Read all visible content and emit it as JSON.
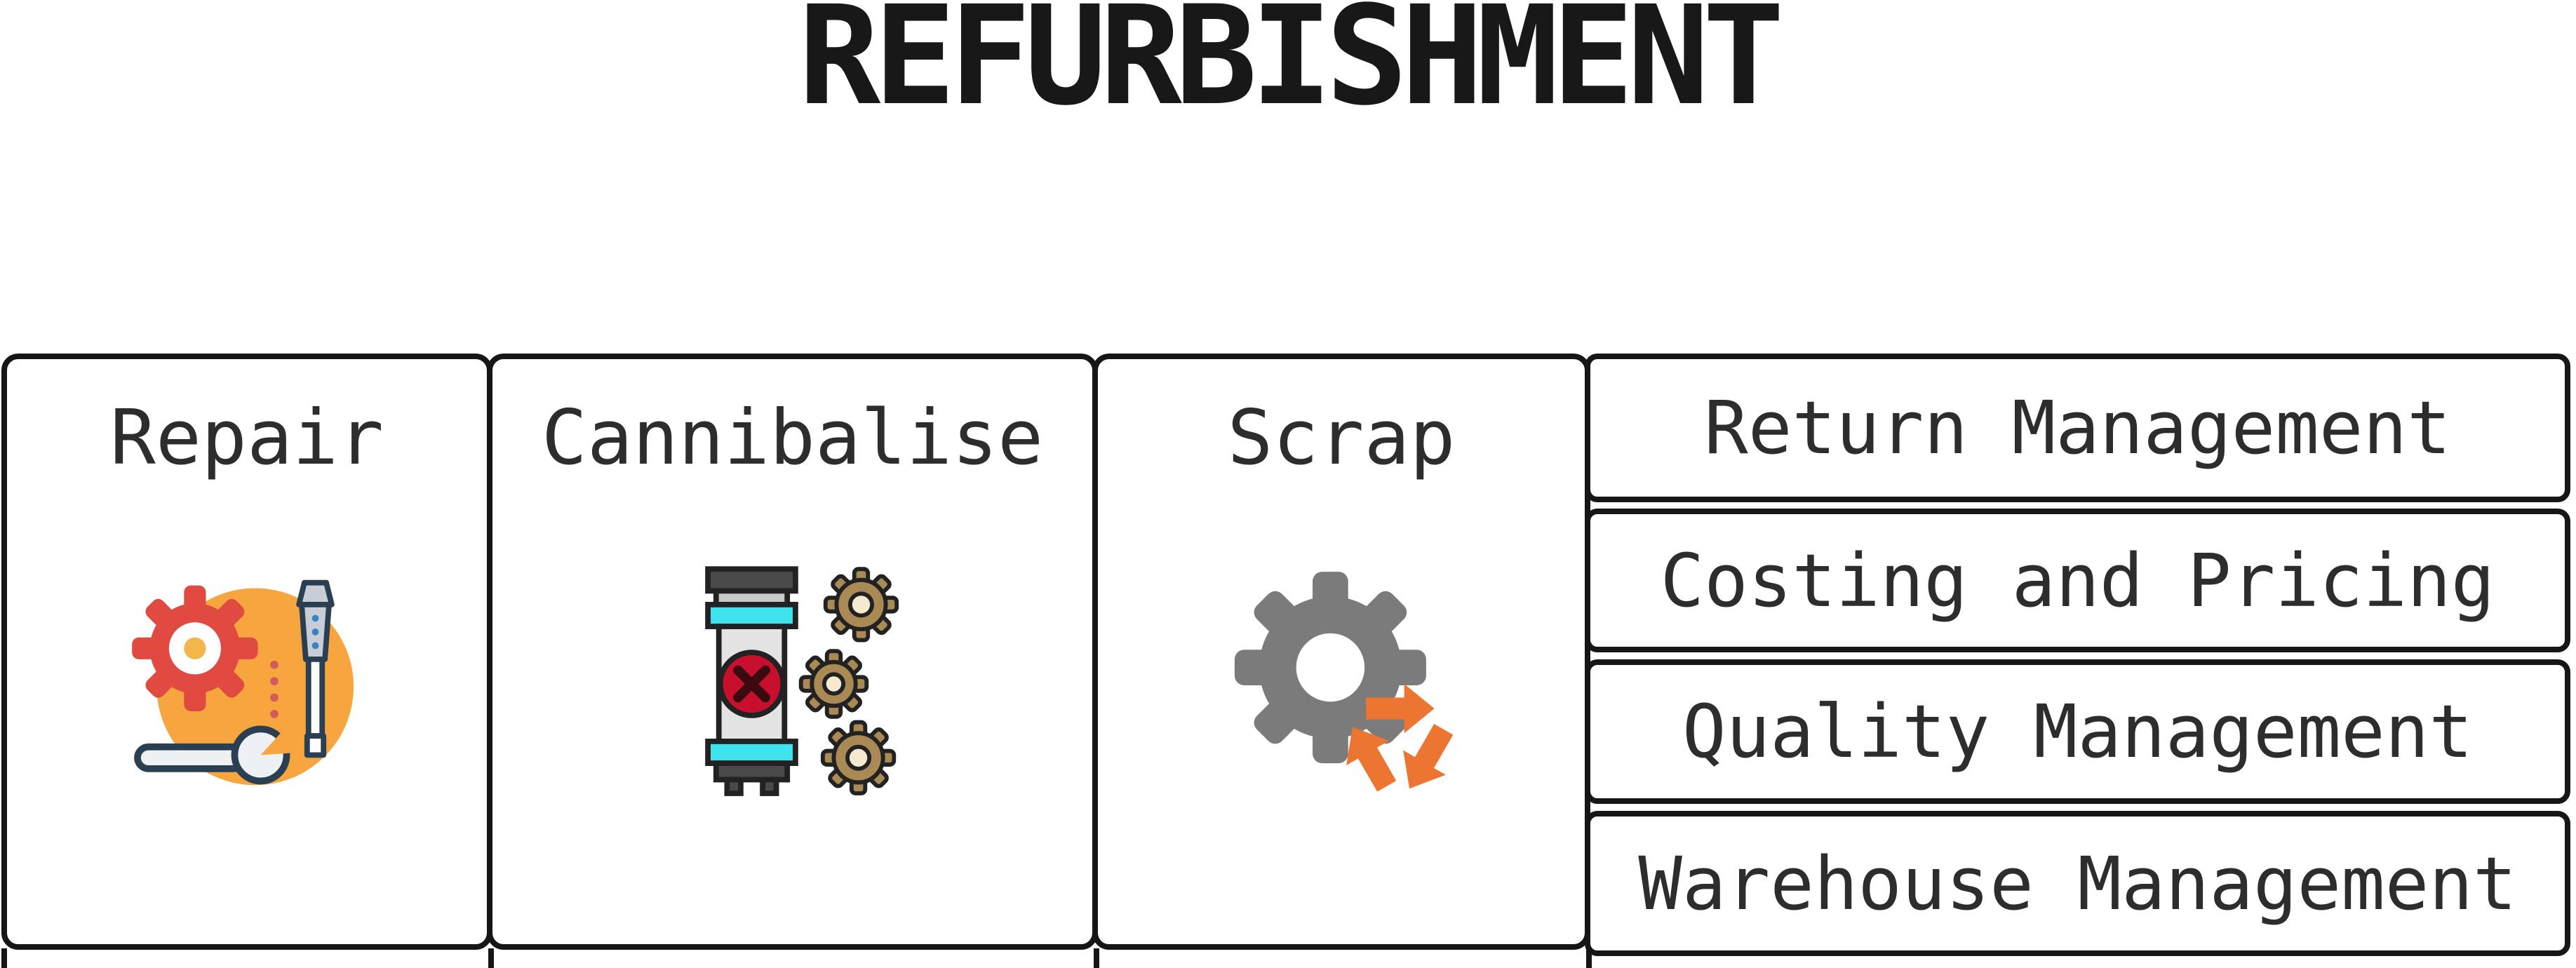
{
  "title": "REFURBISHMENT",
  "main": {
    "columns": [
      {
        "label": "Repair",
        "icon": "repair-icon"
      },
      {
        "label": "Cannibalise",
        "icon": "cannibalise-icon"
      },
      {
        "label": "Scrap",
        "icon": "scrap-icon"
      }
    ]
  },
  "side": {
    "items": [
      {
        "label": "Return Management"
      },
      {
        "label": "Costing and Pricing"
      },
      {
        "label": "Quality Management"
      },
      {
        "label": "Warehouse Management"
      }
    ]
  },
  "colors": {
    "border": "#161616",
    "text": "#2d2d2d",
    "repair_bg_circle": "#F6A53F",
    "repair_gear_red": "#E04A41",
    "cannibalise_cyan": "#3FE3EE",
    "cannibalise_red": "#C8102E",
    "cannibalise_gear_tan": "#A98A54",
    "scrap_gear_grey": "#7B7B7B",
    "scrap_recycle_orange": "#EB7531"
  }
}
